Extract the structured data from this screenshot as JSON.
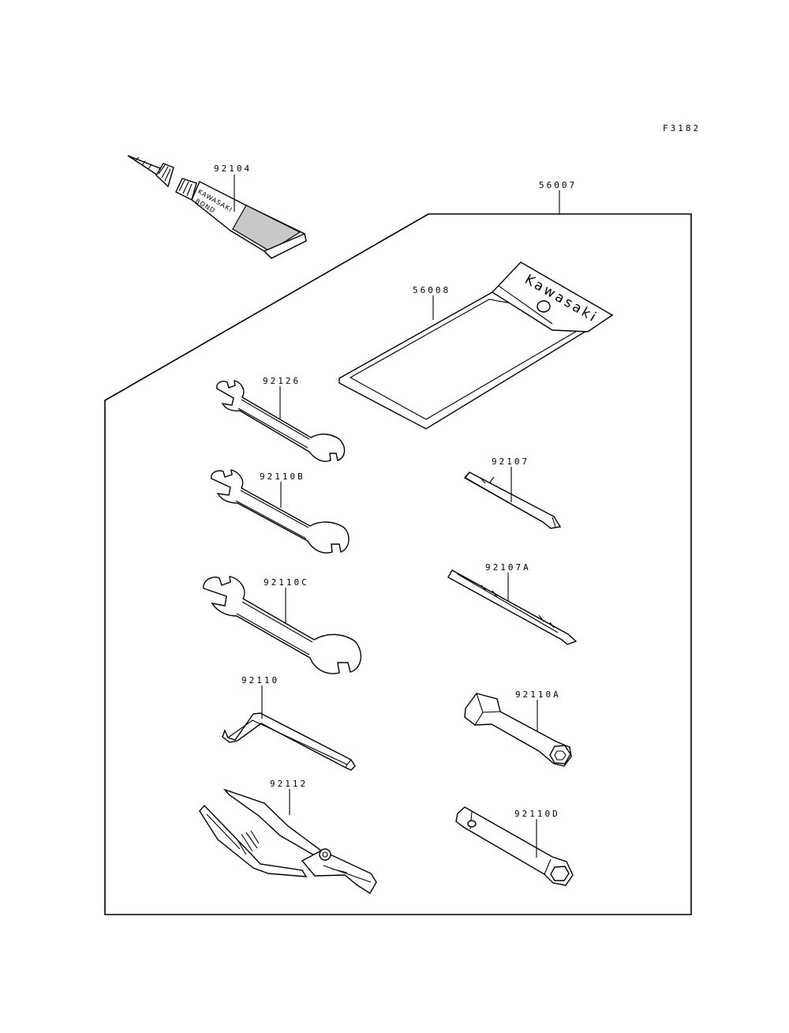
{
  "figure_code": "F3182",
  "parts": [
    {
      "number": "92104",
      "item": "bond-tube"
    },
    {
      "number": "56007",
      "item": "tool-kit"
    },
    {
      "number": "56008",
      "item": "tool-bag"
    },
    {
      "number": "92126",
      "item": "wrench-small"
    },
    {
      "number": "92110B",
      "item": "wrench-medium"
    },
    {
      "number": "92110C",
      "item": "wrench-large"
    },
    {
      "number": "92110",
      "item": "hex-key"
    },
    {
      "number": "92112",
      "item": "pliers"
    },
    {
      "number": "92107",
      "item": "screwdriver-bit"
    },
    {
      "number": "92107A",
      "item": "screwdriver-handle"
    },
    {
      "number": "92110A",
      "item": "box-wrench"
    },
    {
      "number": "92110D",
      "item": "socket-wrench"
    }
  ],
  "brand_text": {
    "tube": "KAWASAKI",
    "tube_sub": "BOND",
    "bag": "Kawasaki"
  }
}
